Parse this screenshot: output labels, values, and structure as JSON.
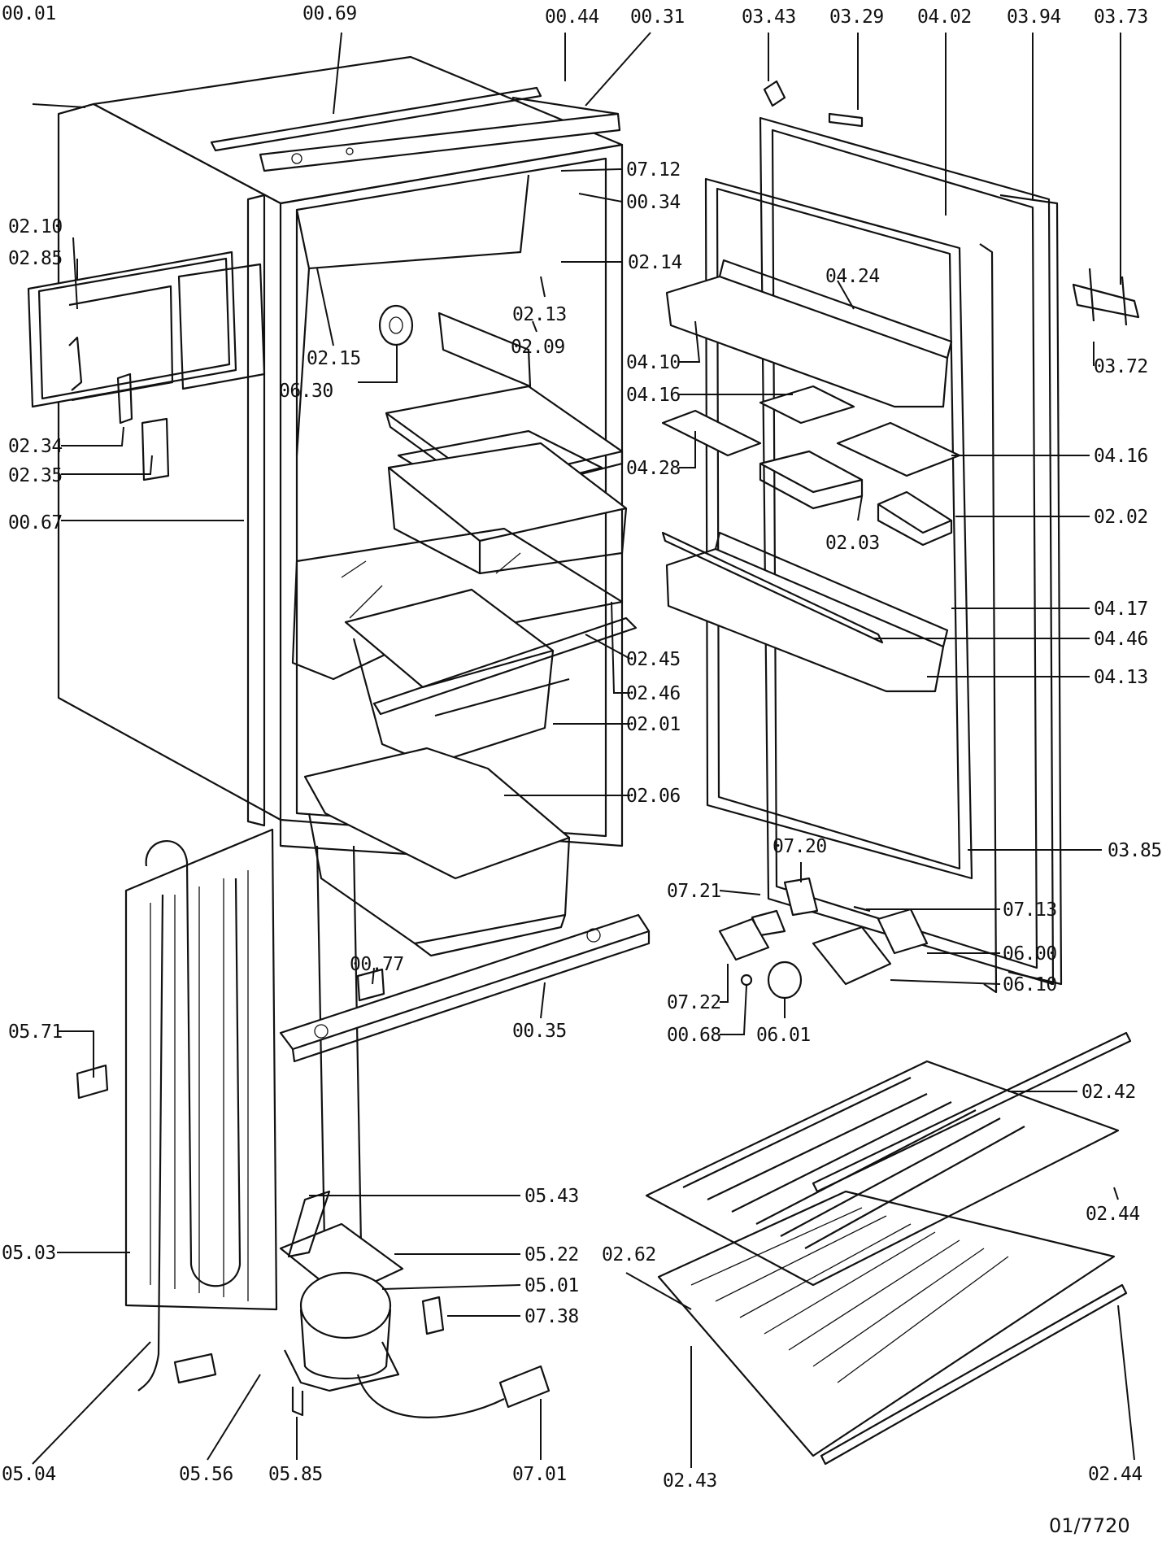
{
  "labels": {
    "p0001": "00.01",
    "p0069": "00.69",
    "p0044": "00.44",
    "p0031": "00.31",
    "p0343": "03.43",
    "p0329": "03.29",
    "p0402": "04.02",
    "p0394": "03.94",
    "p0373": "03.73",
    "p0712": "07.12",
    "p0034": "00.34",
    "p0210": "02.10",
    "p0285": "02.85",
    "p0214": "02.14",
    "p0424": "04.24",
    "p0213": "02.13",
    "p0215": "02.15",
    "p0209": "02.09",
    "p0372": "03.72",
    "p0410": "04.10",
    "p0630": "06.30",
    "p0416a": "04.16",
    "p0234": "02.34",
    "p0428": "04.28",
    "p0416b": "04.16",
    "p0235": "02.35",
    "p0067": "00.67",
    "p0202": "02.02",
    "p0203": "02.03",
    "p0417": "04.17",
    "p0245": "02.45",
    "p0446": "04.46",
    "p0246": "02.46",
    "p0413": "04.13",
    "p0201": "02.01",
    "p0206": "02.06",
    "p0385": "03.85",
    "p0720": "07.20",
    "p0721": "07.21",
    "p0713": "07.13",
    "p0077": "00.77",
    "p0600": "06.00",
    "p0610": "06.10",
    "p0722": "07.22",
    "p0571": "05.71",
    "p0068": "00.68",
    "p0601": "06.01",
    "p0035": "00.35",
    "p0242": "02.42",
    "p0543": "05.43",
    "p0244a": "02.44",
    "p0503": "05.03",
    "p0522": "05.22",
    "p0262": "02.62",
    "p0501": "05.01",
    "p0738": "07.38",
    "p0504": "05.04",
    "p0556": "05.56",
    "p0585": "05.85",
    "p0701": "07.01",
    "p0243": "02.43",
    "p0244b": "02.44"
  },
  "drawing_ref": "01/7720",
  "colors": {
    "ink": "#111111",
    "paper": "#ffffff"
  }
}
